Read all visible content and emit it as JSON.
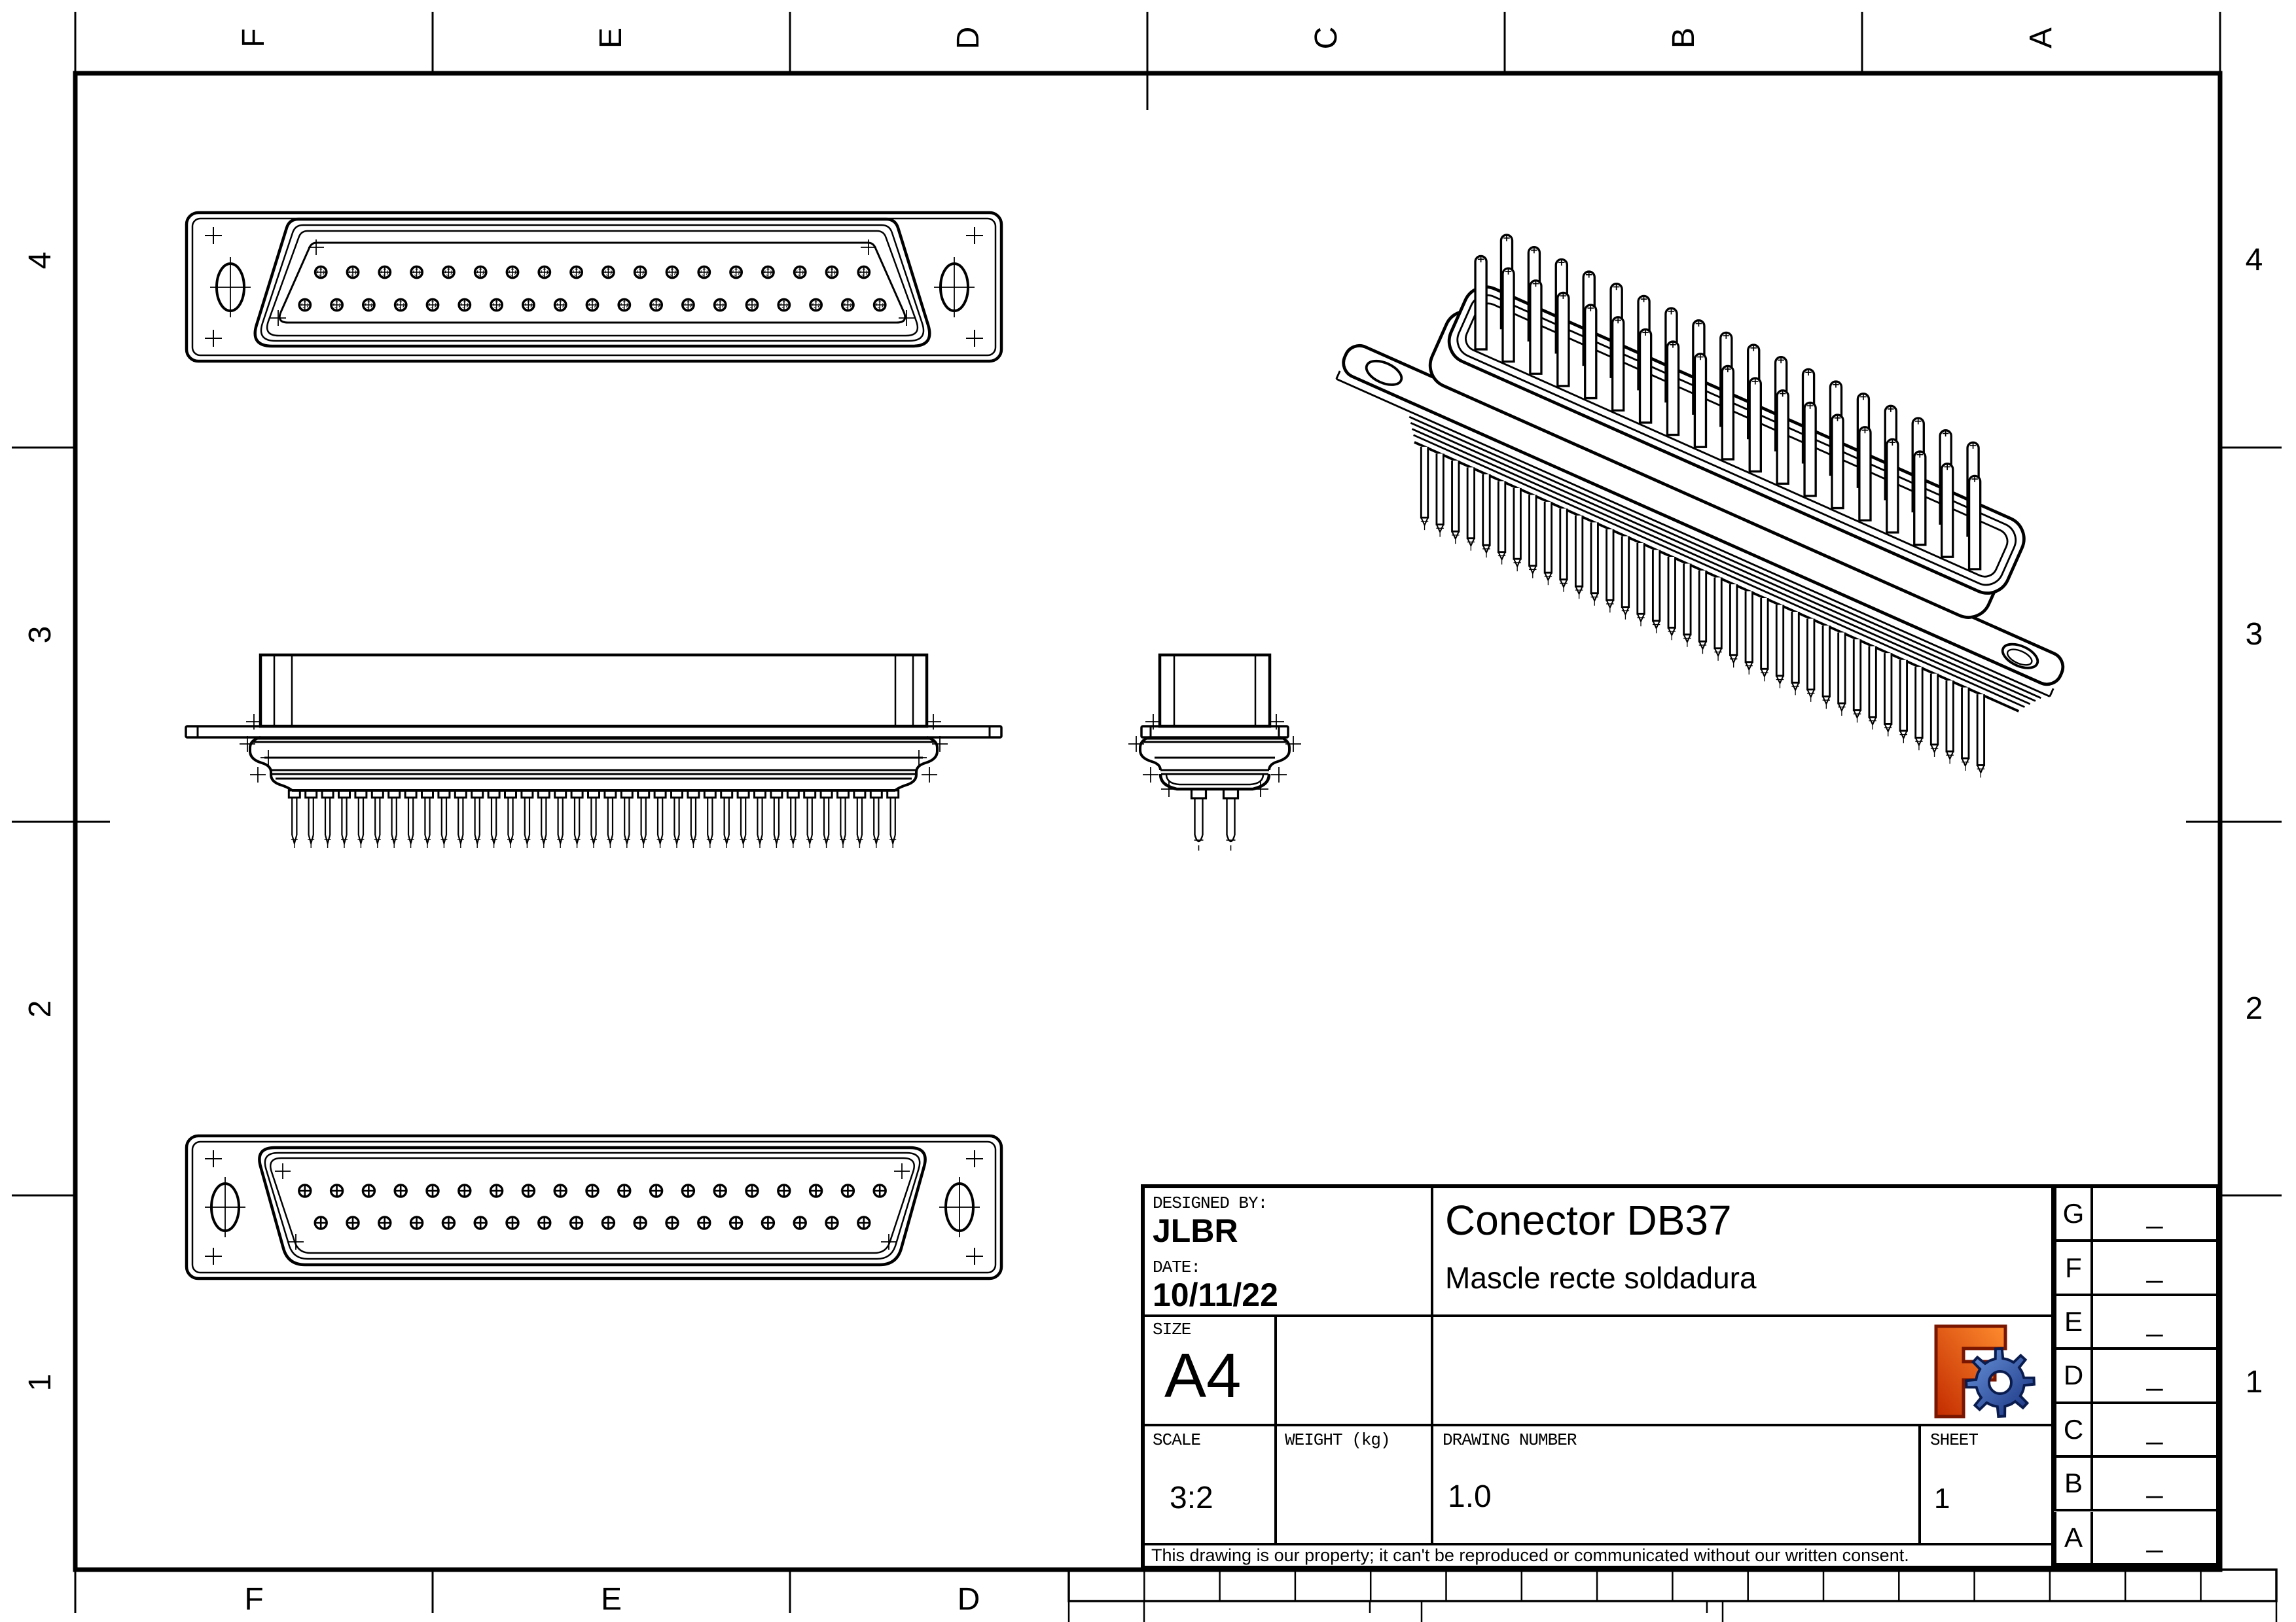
{
  "sheet": {
    "zones": {
      "top": [
        "F",
        "E",
        "D",
        "C",
        "B",
        "A"
      ],
      "bottom": [
        "F",
        "E",
        "D"
      ],
      "left": [
        "4",
        "3",
        "2",
        "1"
      ],
      "right": [
        "4",
        "3",
        "2",
        "1"
      ]
    }
  },
  "title_block": {
    "designed_by_label": "DESIGNED BY:",
    "designed_by": "JLBR",
    "date_label": "DATE:",
    "date": "10/11/22",
    "title": "Conector DB37",
    "subtitle": "Mascle recte soldadura",
    "size_label": "SIZE",
    "size": "A4",
    "scale_label": "SCALE",
    "scale": "3:2",
    "weight_label": "WEIGHT (kg)",
    "weight": "",
    "drawing_number_label": "DRAWING NUMBER",
    "drawing_number": "1.0",
    "sheet_label": "SHEET",
    "sheet": "1",
    "disclaimer": "This drawing is our property; it can't be reproduced or communicated without our written consent.",
    "revisions": [
      {
        "letter": "G",
        "value": "_"
      },
      {
        "letter": "F",
        "value": "_"
      },
      {
        "letter": "E",
        "value": "_"
      },
      {
        "letter": "D",
        "value": "_"
      },
      {
        "letter": "C",
        "value": "_"
      },
      {
        "letter": "B",
        "value": "_"
      },
      {
        "letter": "A",
        "value": "_"
      }
    ]
  },
  "logo": {
    "name": "FreeCAD logo",
    "f_gradient": [
      "#c22b00",
      "#ff8c2e"
    ],
    "f_outline": "#7a1600",
    "gear_gradient": [
      "#6b95dd",
      "#16307e"
    ],
    "gear_outline": "#0a1c4e"
  },
  "views": {
    "front_face": {
      "label": "front face view",
      "rows": [
        18,
        19
      ],
      "total_pins": 37
    },
    "side": {
      "label": "side elevation view",
      "solder_pins": 37
    },
    "end": {
      "label": "end profile view",
      "visible_pins": 2
    },
    "rear_face": {
      "label": "rear face view",
      "rows": [
        19,
        18
      ],
      "total_pins": 37
    },
    "isometric": {
      "label": "isometric view",
      "rows": [
        18,
        19
      ],
      "solder_tails": 37
    }
  }
}
